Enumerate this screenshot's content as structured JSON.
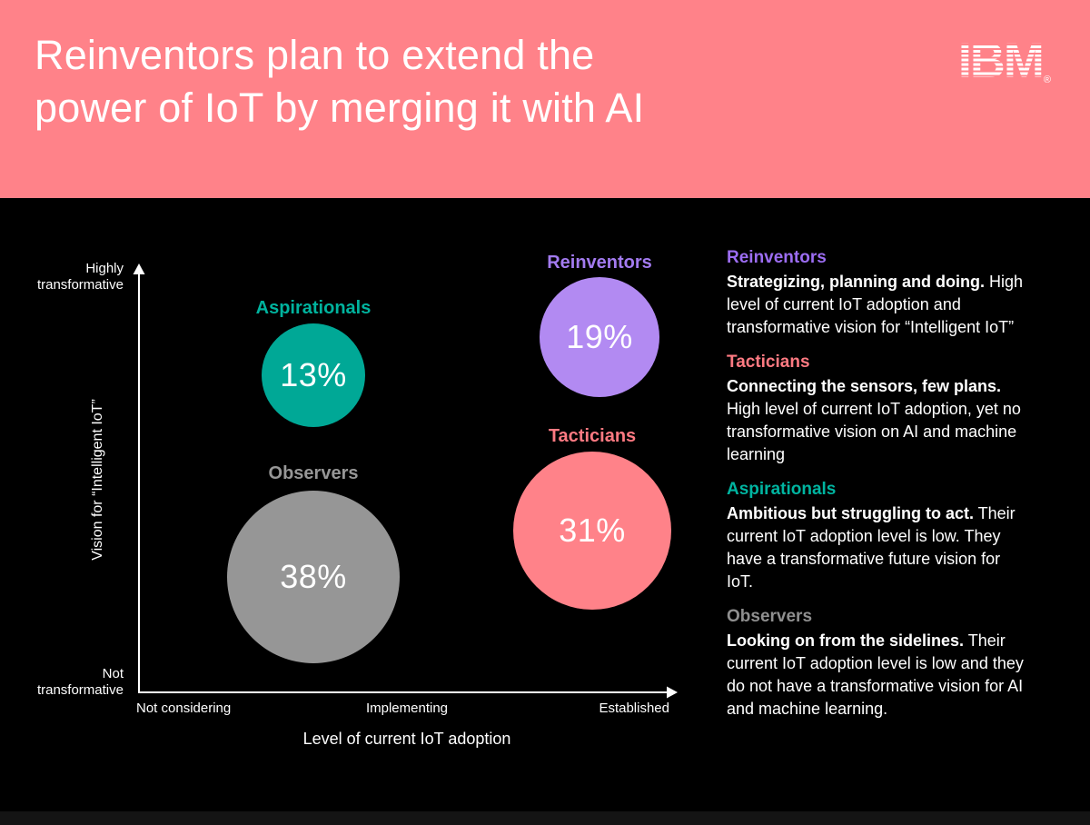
{
  "header": {
    "title_lines": [
      "Reinventors plan to extend the",
      "power of IoT by merging it with AI"
    ],
    "logo_text": "IBM",
    "logo_registered": "®",
    "background_color": "#ff8289",
    "title_color": "#ffffff"
  },
  "chart_data": {
    "type": "scatter",
    "subtype": "bubble",
    "title": "",
    "xlabel": "Level of current IoT adoption",
    "ylabel": "Vision for “Intelligent IoT”",
    "x_tick_labels": [
      "Not considering",
      "Implementing",
      "Established"
    ],
    "y_axis_max_label": "Highly transformative",
    "y_axis_min_label": "Not transformative",
    "grid": "off",
    "background_color": "#000000",
    "axis_color": "#ffffff",
    "bubbles": [
      {
        "name": "Reinventors",
        "value": 19,
        "value_label": "19%",
        "x_rel": 0.86,
        "y_rel": 0.84,
        "x_category": "Established",
        "y_category": "Highly transformative",
        "color": "#b28af2",
        "label_color": "#a37bf0"
      },
      {
        "name": "Tacticians",
        "value": 31,
        "value_label": "31%",
        "x_rel": 0.85,
        "y_rel": 0.38,
        "x_category": "Established",
        "y_category": "Not transformative",
        "color": "#ff8289",
        "label_color": "#ff7a82"
      },
      {
        "name": "Aspirationals",
        "value": 13,
        "value_label": "13%",
        "x_rel": 0.33,
        "y_rel": 0.75,
        "x_category": "Implementing",
        "y_category": "Highly transformative",
        "color": "#00a896",
        "label_color": "#00b39e"
      },
      {
        "name": "Observers",
        "value": 38,
        "value_label": "38%",
        "x_rel": 0.33,
        "y_rel": 0.27,
        "x_category": "Implementing",
        "y_category": "Not transformative",
        "color": "#969696",
        "label_color": "#979797"
      }
    ]
  },
  "legend": {
    "blocks": [
      {
        "heading": "Reinventors",
        "heading_color": "#9c6df2",
        "lead": "Strategizing, planning and doing.",
        "rest": " High level of current IoT adoption and transformative vision for “Intelligent IoT”"
      },
      {
        "heading": "Tacticians",
        "heading_color": "#ff7a82",
        "lead": "Connecting the sensors, few plans.",
        "rest": " High level of current IoT adoption, yet no transformative vision on AI and machine learning"
      },
      {
        "heading": "Aspirationals",
        "heading_color": "#00b4a0",
        "lead": "Ambitious but struggling to act.",
        "rest": " Their current IoT adoption level is low. They have a transformative future vision for IoT."
      },
      {
        "heading": "Observers",
        "heading_color": "#8f8f8f",
        "lead": "Looking on from the sidelines.",
        "rest": " Their current IoT adoption level is low and they do not have a transformative vision for AI and machine learning."
      }
    ]
  }
}
